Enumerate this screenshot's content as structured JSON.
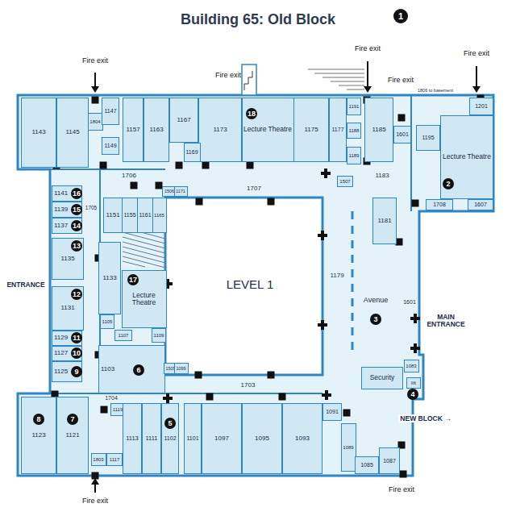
{
  "diagram": {
    "title": "Building 65: Old Block",
    "nodes": [
      {
        "text": [
          "1143"
        ]
      },
      {
        "text": [
          "1145"
        ]
      },
      {
        "text": [
          "1804"
        ]
      },
      {
        "text": [
          "1147"
        ]
      },
      {
        "text": [
          "1157"
        ]
      },
      {
        "text": [
          "1163"
        ]
      },
      {
        "text": [
          "1167"
        ]
      },
      {
        "text": [
          "1173"
        ]
      },
      {
        "text": [
          "Lecture Theatre"
        ]
      },
      {
        "text": [
          "1175"
        ]
      },
      {
        "text": [
          "1177"
        ]
      },
      {
        "text": [
          "1191"
        ]
      },
      {
        "text": [
          "1185"
        ]
      },
      {
        "text": [
          "1201"
        ]
      },
      {
        "text": [
          "1149"
        ]
      },
      {
        "text": [
          "1188"
        ]
      },
      {
        "text": [
          "1601"
        ]
      },
      {
        "text": [
          "1195"
        ]
      },
      {
        "text": [
          "Lecture Theatre"
        ]
      },
      {
        "text": [
          "1169"
        ]
      },
      {
        "text": [
          "1189"
        ]
      },
      {
        "text": [
          "1706"
        ]
      },
      {
        "text": [
          "1183"
        ]
      },
      {
        "text": [
          "1507"
        ]
      },
      {
        "text": [
          "1707"
        ]
      },
      {
        "text": [
          "1506"
        ]
      },
      {
        "text": [
          "1171"
        ]
      },
      {
        "text": [
          "1141"
        ]
      },
      {
        "text": [
          "1705"
        ]
      },
      {
        "text": [
          "1151"
        ]
      },
      {
        "text": [
          "1155"
        ]
      },
      {
        "text": [
          "1161"
        ]
      },
      {
        "text": [
          "1165"
        ]
      },
      {
        "text": [
          "1708"
        ]
      },
      {
        "text": [
          "1607"
        ]
      },
      {
        "text": [
          "1139"
        ]
      },
      {
        "text": [
          "1181"
        ]
      },
      {
        "text": [
          "1137"
        ]
      },
      {
        "text": [
          "1135"
        ]
      },
      {
        "text": [
          "1179"
        ]
      },
      {
        "text": [
          "Avenue"
        ]
      },
      {
        "text": [
          "1133"
        ]
      },
      {
        "text": [
          "Lecture Theatre"
        ]
      },
      {
        "text": [
          "1131"
        ]
      },
      {
        "text": [
          "1601"
        ]
      },
      {
        "text": [
          "1105"
        ]
      },
      {
        "text": [
          "1107"
        ]
      },
      {
        "text": [
          "1109"
        ]
      },
      {
        "text": [
          "1129"
        ]
      },
      {
        "text": [
          "1127"
        ]
      },
      {
        "text": [
          "1103"
        ]
      },
      {
        "text": [
          "1083"
        ]
      },
      {
        "text": [
          "1505"
        ]
      },
      {
        "text": [
          "1099"
        ]
      },
      {
        "text": [
          "1125"
        ]
      },
      {
        "text": [
          "Security"
        ]
      },
      {
        "text": [
          "lift"
        ]
      },
      {
        "text": [
          "1703"
        ]
      },
      {
        "text": [
          "1704"
        ]
      },
      {
        "text": [
          "1119"
        ]
      },
      {
        "text": [
          "1091"
        ]
      },
      {
        "text": [
          "1123"
        ]
      },
      {
        "text": [
          "1121"
        ]
      },
      {
        "text": [
          "1113"
        ]
      },
      {
        "text": [
          "1111"
        ]
      },
      {
        "text": [
          "1102"
        ]
      },
      {
        "text": [
          "1101"
        ]
      },
      {
        "text": [
          "1097"
        ]
      },
      {
        "text": [
          "1095"
        ]
      },
      {
        "text": [
          "1093"
        ]
      },
      {
        "text": [
          "1089"
        ]
      },
      {
        "text": [
          "1803"
        ]
      },
      {
        "text": [
          "1117"
        ]
      },
      {
        "text": [
          "1085"
        ]
      },
      {
        "text": [
          "1087"
        ]
      }
    ],
    "labels": [
      "1",
      "Fire exit",
      "Fire exit",
      "Fire exit",
      "Fire exit",
      "Fire exit",
      "1806 to basement",
      "18",
      "2",
      "16",
      "15",
      "14",
      "13",
      "LEVEL 1",
      "ENTRANCE",
      "17",
      "12",
      "3",
      "MAIN ENTRANCE",
      "11",
      "10",
      "6",
      "9",
      "4",
      "NEW BLOCK →",
      "8",
      "7",
      "5",
      "Fire exit",
      "Fire exit"
    ]
  }
}
